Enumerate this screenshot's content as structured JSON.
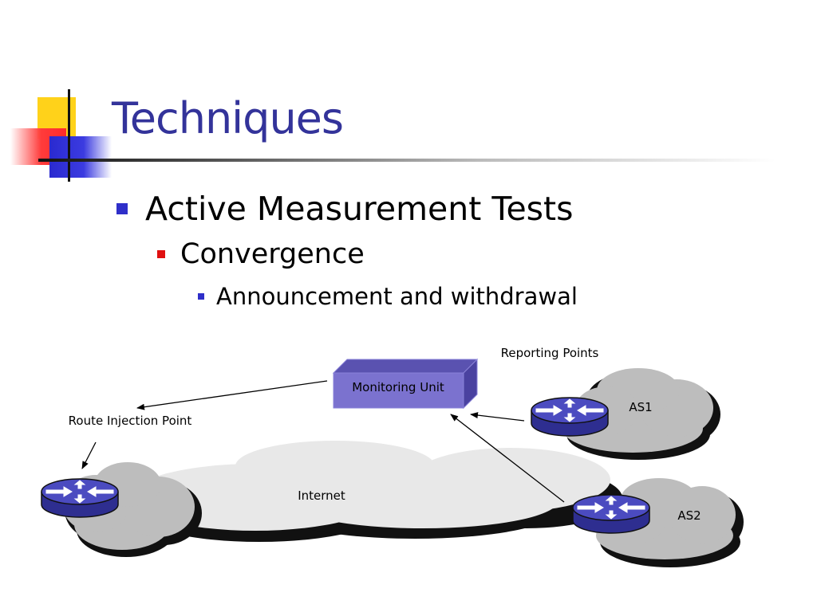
{
  "slide": {
    "title": "Techniques",
    "bullets": {
      "level1": "Active Measurement Tests",
      "level2": "Convergence",
      "level3": "Announcement and withdrawal"
    }
  },
  "diagram": {
    "monitoring_unit": "Monitoring Unit",
    "reporting_points": "Reporting Points",
    "route_injection_point": "Route Injection Point",
    "internet": "Internet",
    "as1": "AS1",
    "as2": "AS2"
  },
  "colors": {
    "title": "#33339A",
    "monitoring_unit_box": "#7B72CF",
    "router": "#3E3EA8",
    "cloud_as": "#BDBDBD",
    "cloud_internet": "#E8E8E8"
  }
}
